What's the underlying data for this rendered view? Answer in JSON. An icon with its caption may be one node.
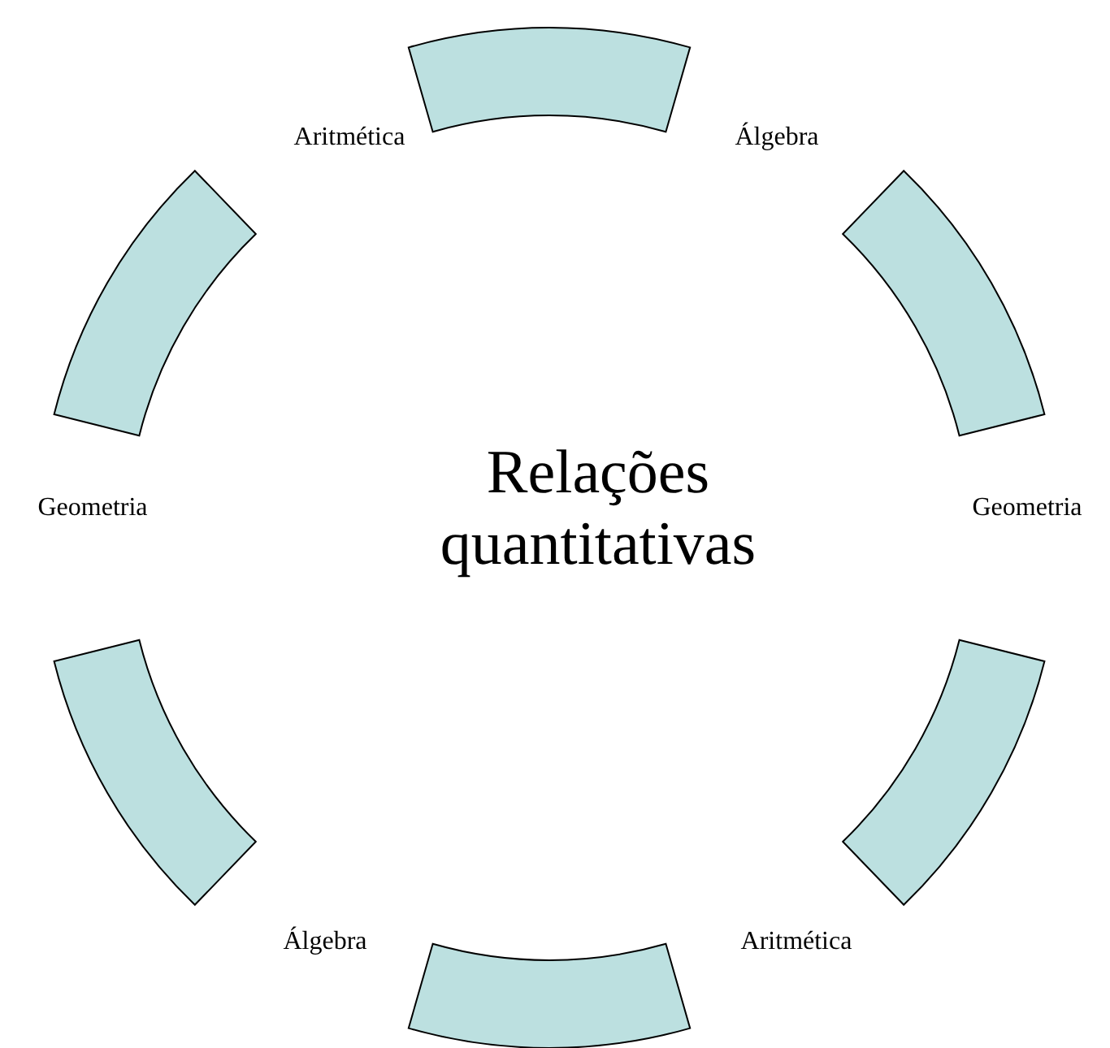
{
  "diagram": {
    "labels": [
      "Aritmética",
      "Álgebra",
      "Geometria",
      "Relações quantitativas",
      "Geometria",
      "Álgebra",
      "Aritmética"
    ]
  }
}
